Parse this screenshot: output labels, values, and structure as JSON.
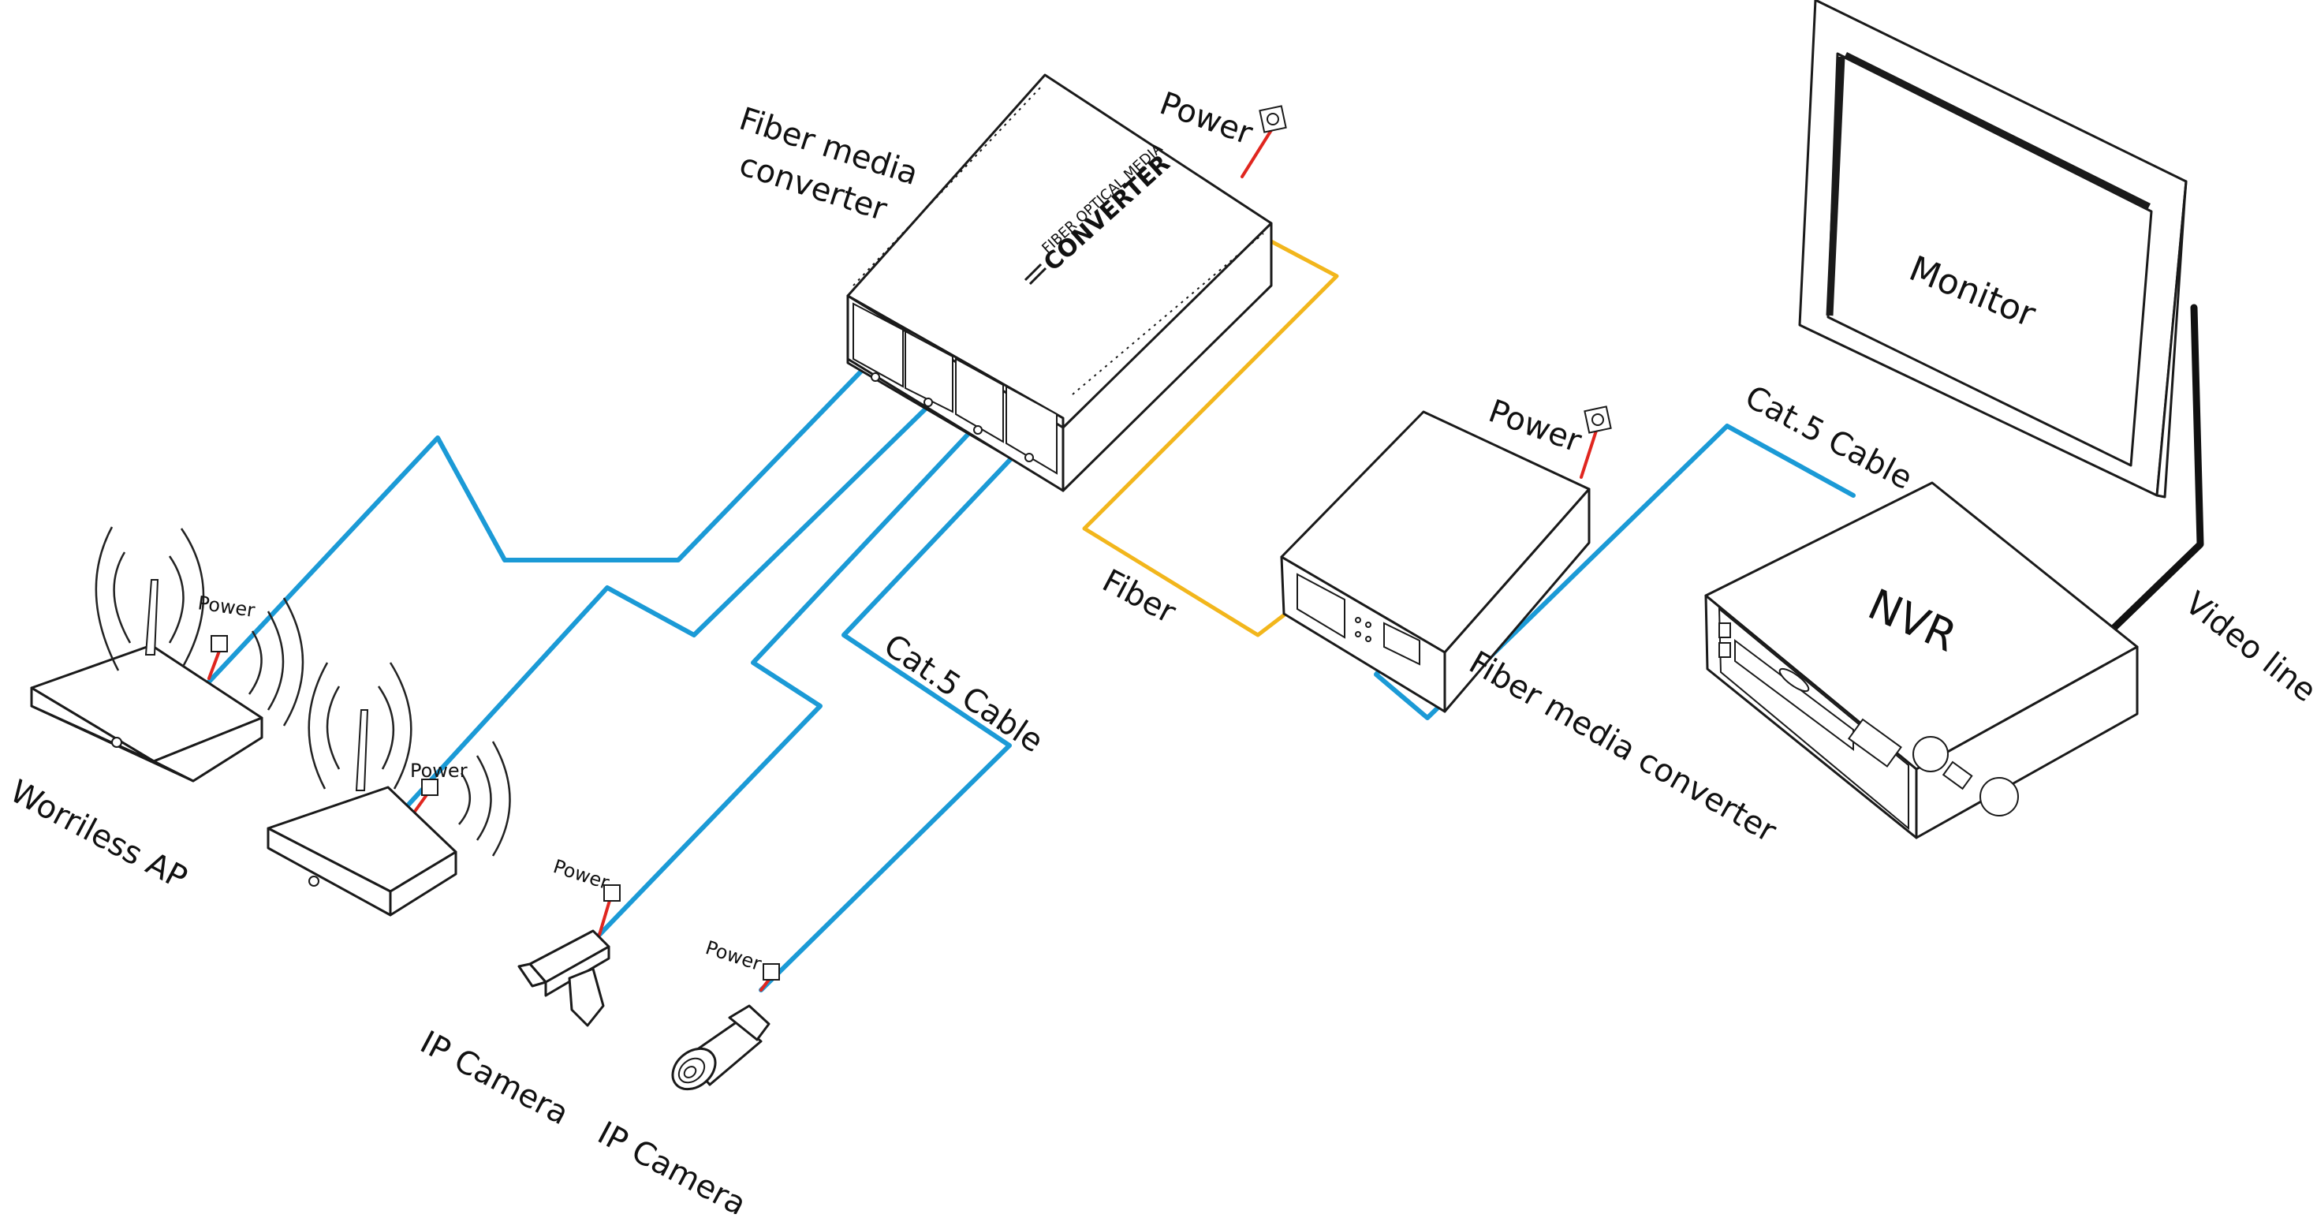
{
  "labels": {
    "fiber_media_converter_top_line1": "Fiber media",
    "fiber_media_converter_top_line2": "converter",
    "power_top": "Power",
    "converter_brand_small": "FIBER OPTICAL MEDIA",
    "converter_brand_big": "CONVERTER",
    "monitor": "Monitor",
    "power_right": "Power",
    "cat5_right": "Cat.5 Cable",
    "fiber": "Fiber",
    "nvr": "NVR",
    "video_line": "Video line",
    "fiber_media_converter_bottom": "Fiber media converter",
    "cat5_left": "Cat.5 Cable",
    "power_ap1": "Power",
    "power_ap2": "Power",
    "power_cam1": "Power",
    "power_cam2": "Power",
    "wireless_ap": "Worriless AP",
    "ip_camera_1": "IP Camera",
    "ip_camera_2": "IP Camera"
  },
  "colors": {
    "ethernet": "#1b9ad6",
    "fiber": "#f2b61c",
    "power": "#e0261f",
    "outline": "#1a1a1a",
    "video": "#111111"
  },
  "icons": [
    "power-outlet-icon",
    "wifi-waves-icon",
    "camera-icon",
    "router-icon",
    "monitor-icon",
    "nvr-icon"
  ]
}
